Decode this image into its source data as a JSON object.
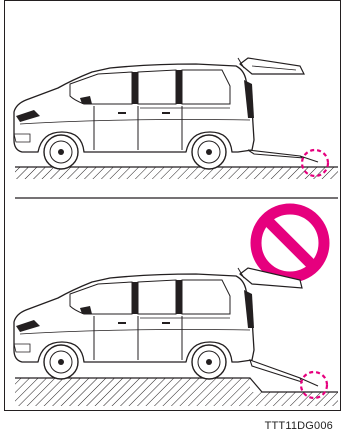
{
  "figure": {
    "code": "TTT11DG006",
    "colors": {
      "line": "#231f20",
      "prohibition": "#e6007e",
      "highlight": "#e6007e",
      "hatch": "#231f20"
    },
    "panels": [
      {
        "name": "level-ground",
        "icon": "none"
      },
      {
        "name": "raised-ground",
        "icon": "prohibition-icon"
      }
    ]
  }
}
